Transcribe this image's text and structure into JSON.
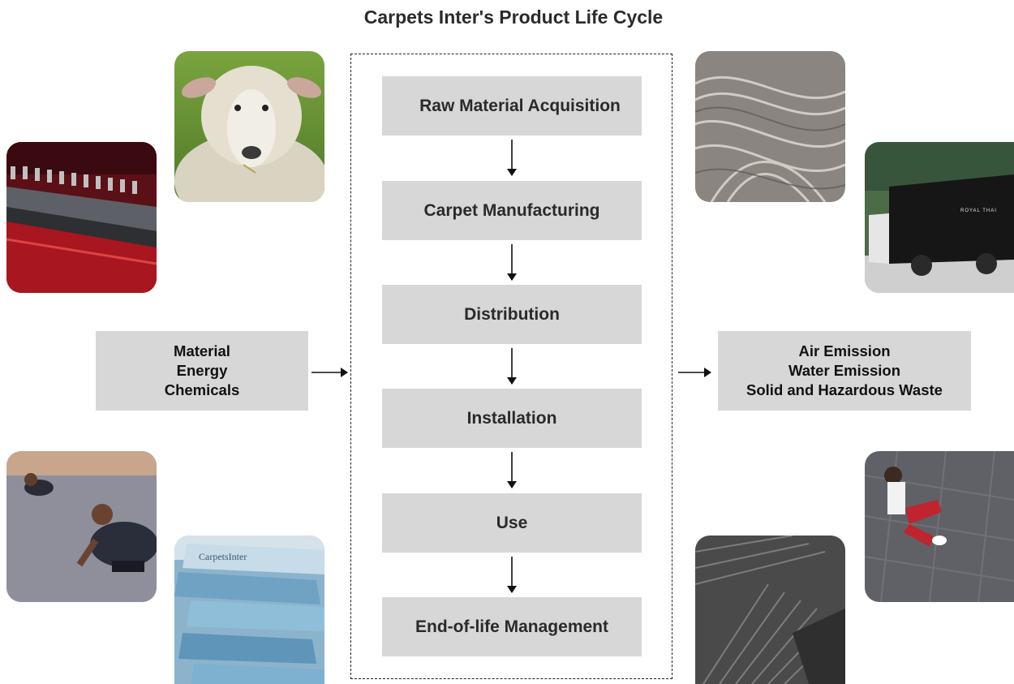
{
  "title": "Carpets Inter's Product Life Cycle",
  "steps": [
    "Raw Material Acquisition",
    "Carpet Manufacturing",
    "Distribution",
    "Installation",
    "Use",
    "End-of-life Management"
  ],
  "inputs": {
    "line1": "Material",
    "line2": "Energy",
    "line3": "Chemicals"
  },
  "outputs": {
    "line1": "Air Emission",
    "line2": "Water Emission",
    "line3": "Solid and Hazardous Waste"
  },
  "photos": {
    "carton_text": "CarpetsInter",
    "truck_text": "ROYAL THAI"
  }
}
